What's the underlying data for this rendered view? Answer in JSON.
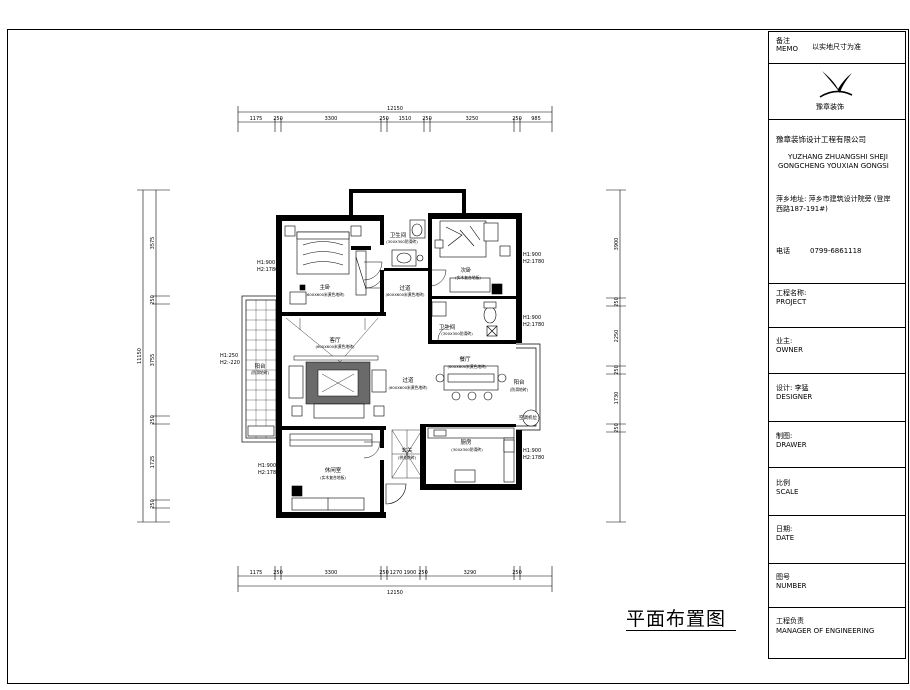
{
  "title_block": {
    "memo_label_cn": "备注",
    "memo_label_en": "MEMO",
    "memo_value": "以实地尺寸为准",
    "logo_caption": "豫章装饰",
    "company_cn": "豫章装饰设计工程有限公司",
    "company_en_line1": "YUZHANG ZHUANGSHI SHEJI",
    "company_en_line2": "GONGCHENG YOUXIAN GONGSI",
    "address_line1": "萍乡地址: 萍乡市建筑设计院旁 (登岸",
    "address_line2": "西路187-191#)",
    "phone_label": "电话",
    "phone_value": "0799-6861118",
    "project_label_cn": "工程名称:",
    "project_label_en": "PROJECT",
    "owner_label_cn": "业主:",
    "owner_label_en": "OWNER",
    "designer_label_cn": "设计: 李猛",
    "designer_label_en": "DESIGNER",
    "drawer_label_cn": "制图:",
    "drawer_label_en": "DRAWER",
    "scale_label_cn": "比例",
    "scale_label_en": "SCALE",
    "date_label_cn": "日期:",
    "date_label_en": "DATE",
    "number_label_cn": "图号",
    "number_label_en": "NUMBER",
    "manager_label_cn": "工程负责",
    "manager_label_en": "MANAGER OF ENGINEERING"
  },
  "plan_title": "平面布置图",
  "dimensions": {
    "top_total": "12150",
    "top_segments": [
      "1175",
      "250",
      "3300",
      "250",
      "1510",
      "250",
      "3250",
      "250",
      "985"
    ],
    "bottom_total": "12150",
    "bottom_segments": [
      "1175",
      "250",
      "3300",
      "250",
      "1270",
      "1900",
      "250",
      "3290",
      "250"
    ],
    "left_total": "11150",
    "left_segments": [
      "3575",
      "250",
      "3755",
      "250",
      "1725",
      "250"
    ],
    "right_segments": [
      "3900",
      "250",
      "2250",
      "250",
      "1730",
      "250"
    ]
  },
  "rooms": {
    "master_bedroom": "主卧",
    "master_note": "(600X600米黄色地砖)",
    "bath_top": "卫生间",
    "bath_top_note": "(300X300防滑砖)",
    "second_bedroom": "次卧",
    "second_note": "(实木复合地板)",
    "corridor": "过道",
    "corridor_note": "(600X600米黄色地砖)",
    "bath_mid": "卫生间",
    "bath_mid_note": "(300X300防滑砖)",
    "living": "客厅",
    "living_note": "(600X600米黄色地砖)",
    "balcony_left": "阳台",
    "balcony_left_note": "(防滑地砖)",
    "dining": "餐厅",
    "dining_note": "(600X600米黄色地砖)",
    "aisle": "过道",
    "aisle_note": "(600X600米黄色地砖)",
    "balcony_right": "阳台",
    "balcony_right_note": "(防滑地砖)",
    "ac_unit": "空调机位",
    "study": "休闲室",
    "study_note": "(实木复合地板)",
    "entrance": "玄关",
    "entrance_note": "(拼花地砖)",
    "kitchen": "厨房",
    "kitchen_note": "(300X300防滑砖)"
  },
  "window_heights": {
    "master": [
      "H1:900",
      "H2:1780"
    ],
    "second": [
      "H1:900",
      "H2:1780"
    ],
    "bath_mid": [
      "H1:900",
      "H2:1780"
    ],
    "balcony_left": [
      "H1:250",
      "H2:-220"
    ],
    "study": [
      "H1:900",
      "H2:1780"
    ],
    "kitchen": [
      "H1:900",
      "H2:1780"
    ]
  }
}
